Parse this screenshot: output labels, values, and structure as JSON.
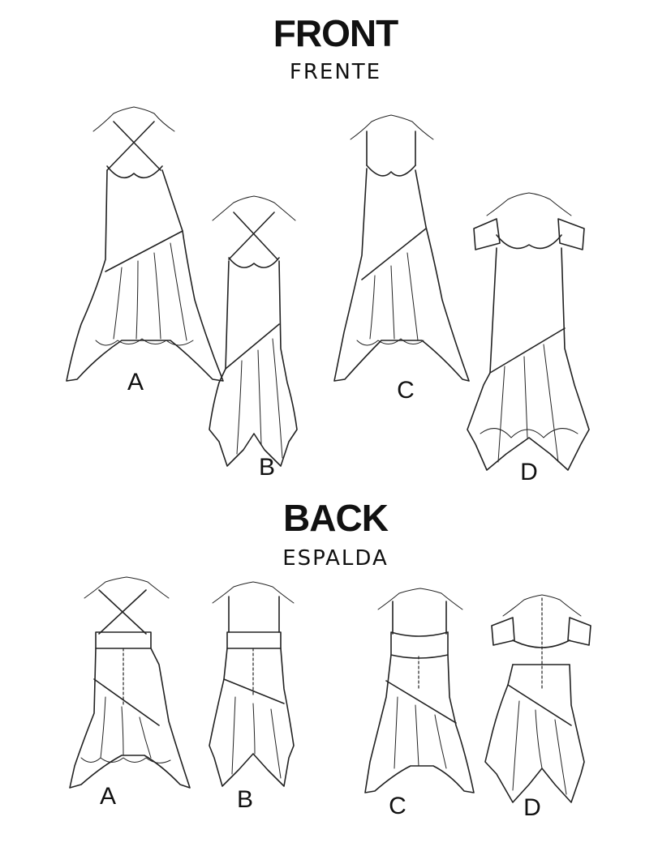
{
  "front": {
    "title": "FRONT",
    "subtitle": "FRENTE",
    "views": [
      {
        "label": "A"
      },
      {
        "label": "B"
      },
      {
        "label": "C"
      },
      {
        "label": "D"
      }
    ]
  },
  "back": {
    "title": "BACK",
    "subtitle": "ESPALDA",
    "views": [
      {
        "label": "A"
      },
      {
        "label": "B"
      },
      {
        "label": "C"
      },
      {
        "label": "D"
      }
    ]
  }
}
